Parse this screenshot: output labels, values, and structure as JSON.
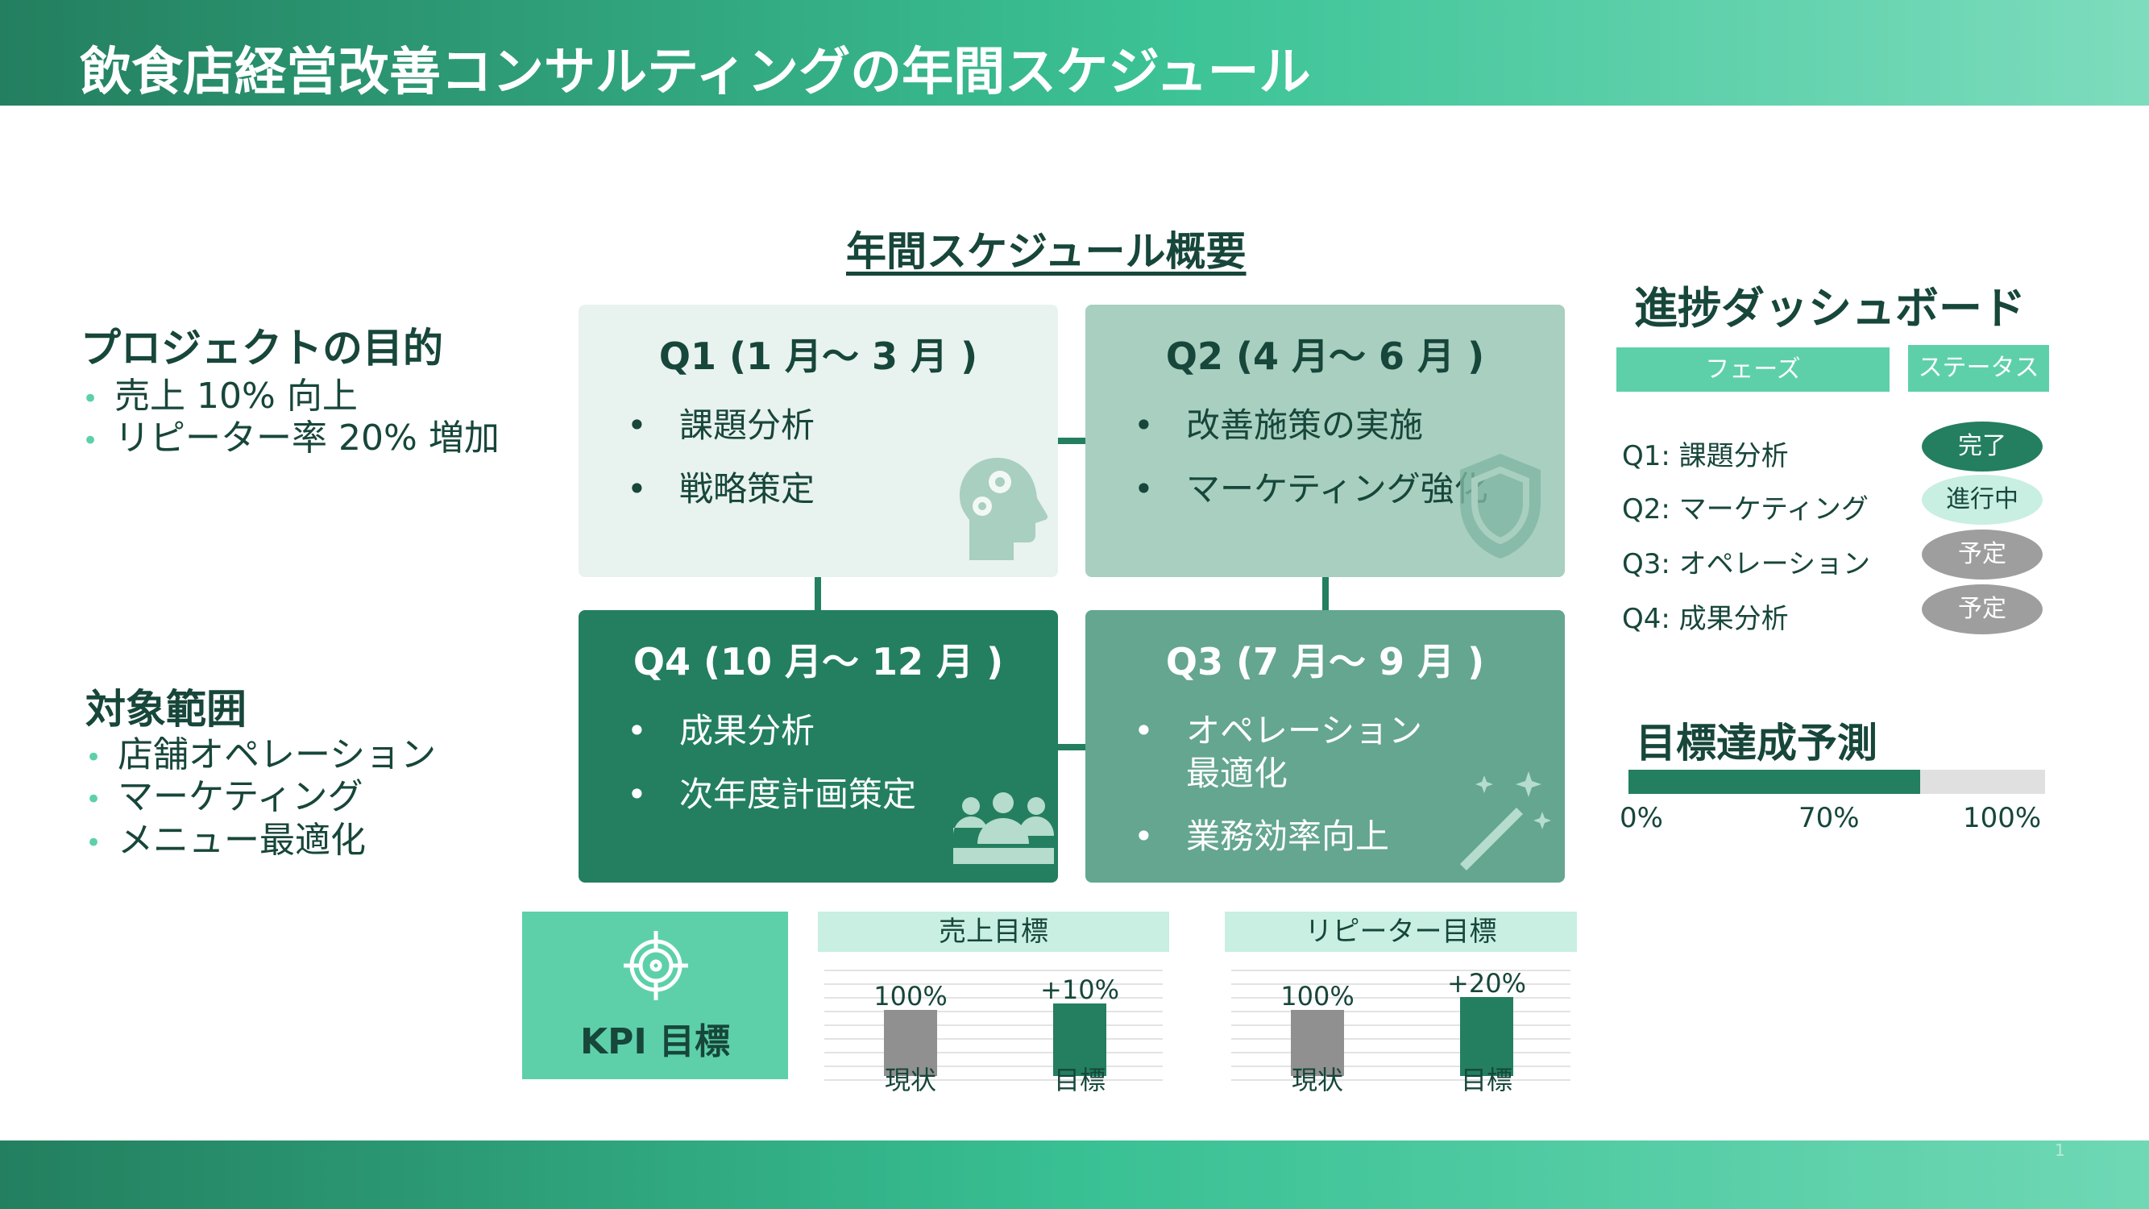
{
  "title": "飲食店経営改善コンサルティングの年間スケジュール",
  "page_number": "1",
  "left": {
    "purpose": {
      "heading": "プロジェクトの目的",
      "items": [
        "売上 10% 向上",
        "リピーター率 20% 増加"
      ]
    },
    "scope": {
      "heading": "対象範囲",
      "items": [
        "店舗オペレーション",
        "マーケティング",
        "メニュー最適化"
      ]
    }
  },
  "schedule": {
    "heading": "年間スケジュール概要",
    "q1": {
      "title": "Q1 (1 月～ 3 月 )",
      "items": [
        "課題分析",
        "戦略策定"
      ],
      "icon": "head-gears-icon"
    },
    "q2": {
      "title": "Q2 (4 月～ 6 月 )",
      "items": [
        "改善施策の実施",
        "マーケティング強化"
      ],
      "icon": "shield-icon"
    },
    "q3": {
      "title": "Q3 (7 月～ 9 月 )",
      "items": [
        "オペレーション\n最適化",
        "業務効率向上"
      ],
      "icon": "magic-wand-icon"
    },
    "q4": {
      "title": "Q4 (10 月～ 12 月 )",
      "items": [
        "成果分析",
        "次年度計画策定"
      ],
      "icon": "people-group-icon"
    },
    "colors": {
      "q1": "#e8f2ee",
      "q2": "#a8cfc0",
      "q3": "#64a690",
      "q4": "#237f5f"
    }
  },
  "kpi": {
    "label": "KPI 目標",
    "icon": "target-icon"
  },
  "chart_data": [
    {
      "type": "bar",
      "title": "売上目標",
      "categories": [
        "現状",
        "目標"
      ],
      "values": [
        100,
        110
      ],
      "data_labels": [
        "100%",
        "+10%"
      ],
      "colors": [
        "#909090",
        "#237f5f"
      ]
    },
    {
      "type": "bar",
      "title": "リピーター目標",
      "categories": [
        "現状",
        "目標"
      ],
      "values": [
        100,
        120
      ],
      "data_labels": [
        "100%",
        "+20%"
      ],
      "colors": [
        "#909090",
        "#237f5f"
      ]
    }
  ],
  "dashboard": {
    "heading": "進捗ダッシュボード",
    "col_phase": "フェーズ",
    "col_status": "ステータス",
    "rows": [
      {
        "phase": "Q1:  課題分析",
        "status": "完了",
        "bg": "#237f5f",
        "fg": "#ffffff"
      },
      {
        "phase": "Q2:  マーケティング",
        "status": "進行中",
        "bg": "#c8efe2",
        "fg": "#17463a"
      },
      {
        "phase": "Q3:  オペレーション",
        "status": "予定",
        "bg": "#9e9e9e",
        "fg": "#ffffff"
      },
      {
        "phase": "Q4:  成果分析",
        "status": "予定",
        "bg": "#9e9e9e",
        "fg": "#ffffff"
      }
    ]
  },
  "forecast": {
    "heading": "目標達成予測",
    "progress_percent": 70,
    "ticks": [
      "0%",
      "70%",
      "100%"
    ]
  }
}
